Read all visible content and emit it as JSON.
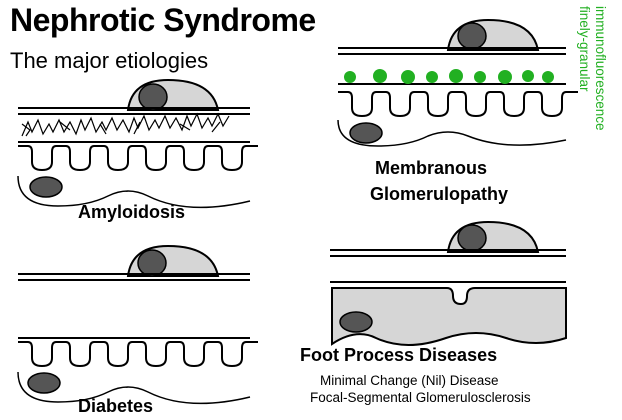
{
  "title": "Nephrotic Syndrome",
  "subtitle": "The major etiologies",
  "panels": {
    "amyloidosis": {
      "label": "Amyloidosis"
    },
    "diabetes": {
      "label": "Diabetes"
    },
    "membranous": {
      "label_line1": "Membranous",
      "label_line2": "Glomerulopathy"
    },
    "foot_process": {
      "label": "Foot Process Diseases",
      "sub1": "Minimal Change (Nil) Disease",
      "sub2": "Focal-Segmental Glomerulosclerosis"
    }
  },
  "annotation": {
    "line1": "finely-granular",
    "line2": "immunofluorescence"
  },
  "colors": {
    "deposits": "#22b022",
    "cell_fill": "#d6d6d6",
    "nucleus": "#555555",
    "outline": "#000000"
  }
}
